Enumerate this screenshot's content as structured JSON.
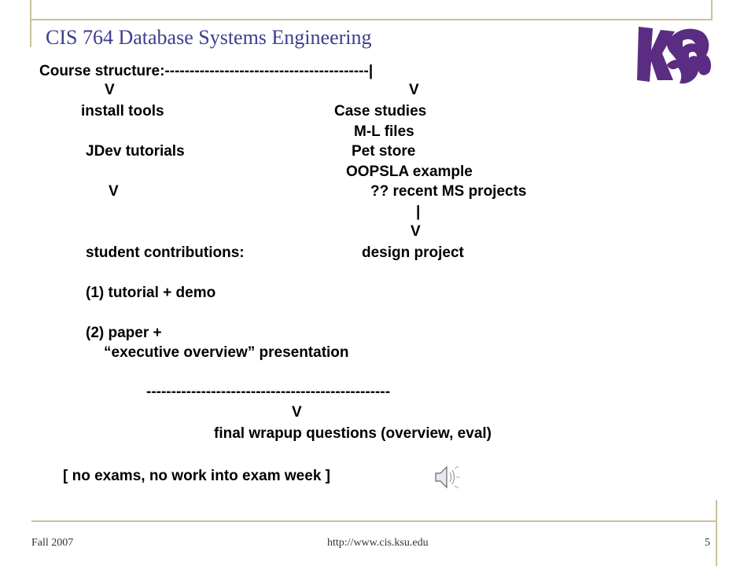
{
  "title": "CIS 764 Database Systems Engineering",
  "logo_icon": "wildcat-logo",
  "body": {
    "course_structure": "Course structure:-----------------------------------------|",
    "arrow_v_left": "V",
    "arrow_v_right": "V",
    "install_tools": "install tools",
    "case_studies": "Case studies",
    "ml_files": "M-L files",
    "jdev_tutorials": "JDev tutorials",
    "pet_store": "Pet store",
    "oopsla_example": "OOPSLA example",
    "arrow_v_left2": "V",
    "recent_ms_projects": "?? recent MS projects",
    "pipe": "|",
    "arrow_v_right2": "V",
    "student_contributions": "student contributions:",
    "design_project": "design project",
    "item_1": "(1) tutorial + demo",
    "item_2": "(2) paper +",
    "exec_overview": "“executive overview” presentation",
    "dash_line": "-------------------------------------------------",
    "arrow_v_bottom": "V",
    "final_wrapup": "final wrapup questions (overview, eval)",
    "no_exams": "[ no exams, no work into exam week ]"
  },
  "speaker_icon": "speaker-icon",
  "footer": {
    "left": "Fall 2007",
    "center": "http://www.cis.ksu.edu",
    "right": "5"
  },
  "colors": {
    "title": "#3d3d8f",
    "rule": "#c9c39a",
    "logo_purple": "#5b2d82"
  }
}
